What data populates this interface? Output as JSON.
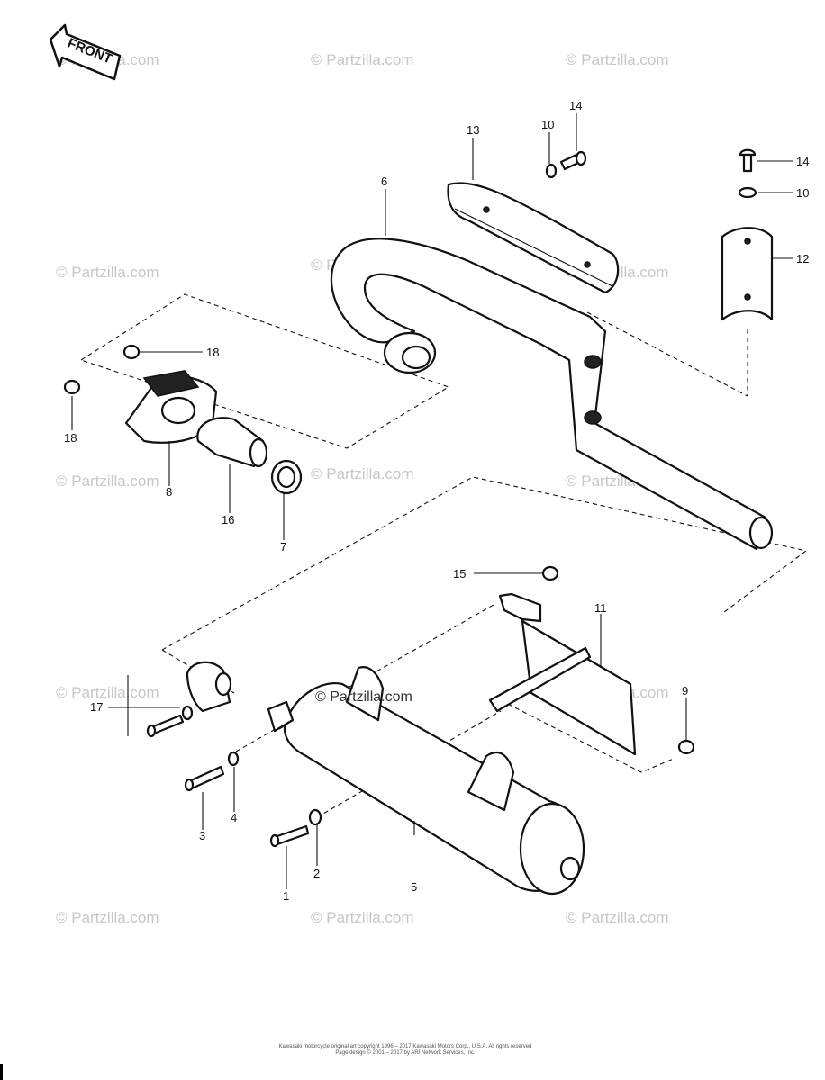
{
  "front_label": "FRONT",
  "watermark": "© Partzilla.com",
  "watermark_inline": "© Partzilla.com",
  "callouts": {
    "c1": "1",
    "c2": "2",
    "c3": "3",
    "c4": "4",
    "c5": "5",
    "c6": "6",
    "c7": "7",
    "c8": "8",
    "c9": "9",
    "c10a": "10",
    "c10b": "10",
    "c11": "11",
    "c12": "12",
    "c13": "13",
    "c14a": "14",
    "c14b": "14",
    "c15": "15",
    "c16": "16",
    "c17": "17",
    "c18a": "18",
    "c18b": "18"
  },
  "footer": {
    "line1": "Kawasaki motorcycle original art copyright 1996 – 2017 Kawasaki Motors Corp., U.S.A. All rights reserved",
    "line2": "Page design © 2001 – 2017 by ARI Network Services, Inc."
  }
}
